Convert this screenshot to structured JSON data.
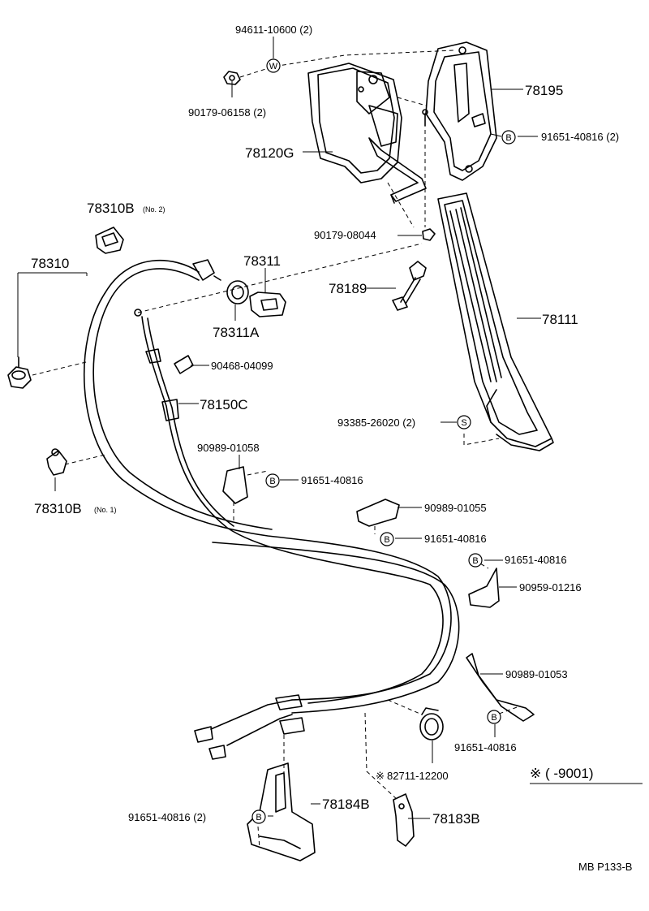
{
  "labels": {
    "p94611": "94611-10600 (2)",
    "p90179a": "90179-06158 (2)",
    "p78195": "78195",
    "p91651a": "91651-40816 (2)",
    "p78120g": "78120G",
    "p90179b": "90179-08044",
    "p78310b2": "78310B",
    "p78310b2_note": "(No. 2)",
    "p78310": "78310",
    "p78311": "78311",
    "p78189": "78189",
    "p78311a": "78311A",
    "p78111": "78111",
    "p90468": "90468-04099",
    "p78150c": "78150C",
    "p93385": "93385-26020 (2)",
    "p90989a": "90989-01058",
    "p91651b": "91651-40816",
    "p78310b1": "78310B",
    "p78310b1_note": "(No. 1)",
    "p90989b": "90989-01055",
    "p91651c": "91651-40816",
    "p91651d": "91651-40816",
    "p90959": "90959-01216",
    "p90989c": "90989-01053",
    "p91651e": "91651-40816",
    "p82711": "82711-12200",
    "p82711_mark": "※",
    "note": "※ (        -9001)",
    "p91651f": "91651-40816 (2)",
    "p78184b": "78184B",
    "p78183b": "78183B",
    "ref": "MB  P133-B"
  },
  "symbols": {
    "w": "W",
    "b": "B",
    "s": "S"
  }
}
